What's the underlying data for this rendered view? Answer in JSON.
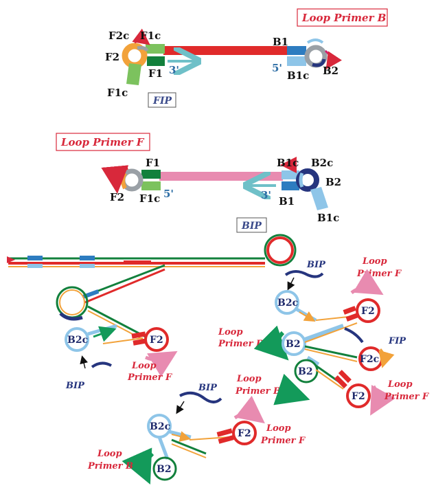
{
  "structure1": {
    "f2e": "F2c",
    "f1e_top": "F1c",
    "b1": "B1",
    "loop_primer_b": "Loop Primer B",
    "f2": "F2",
    "f1": "F1",
    "f1e_bottom": "F1c",
    "three_prime": "3'",
    "five_prime": "5'",
    "b1e": "B1c",
    "b2": "B2",
    "fip": "FIP"
  },
  "structure2": {
    "loop_primer_f": "Loop Primer F",
    "f1": "F1",
    "b1e_top": "B1c",
    "b2e": "B2c",
    "b2": "B2",
    "f2": "F2",
    "f1e": "F1c",
    "five_prime": "5'",
    "three_prime": "3'",
    "b1": "B1",
    "b1e_bottom": "B1c",
    "bip": "BIP"
  },
  "lower_left": {
    "b2e": "B2c",
    "f2": "F2",
    "loop_word": "Loop",
    "primer_f": "Primer F",
    "bip": "BIP"
  },
  "lower_right": {
    "bip": "BIP",
    "loop_word_f": "Loop",
    "primer_f": "Primer F",
    "b2e": "B2c",
    "f2_top": "F2",
    "loop_word_b": "Loop",
    "primer_b": "Primer B",
    "b2_a": "B2",
    "fip": "FIP",
    "f2e": "F2c",
    "b2_b": "B2",
    "loop_word_b2": "Loop",
    "primer_b2": "Primer B",
    "loop_word_f2": "Loop",
    "primer_f2": "Primer F",
    "f2_bottom": "F2"
  },
  "lower_bottom": {
    "bip": "BIP",
    "b2e": "B2c",
    "f2": "F2",
    "loop_word_f": "Loop",
    "primer_f": "Primer F",
    "loop_word_b": "Loop",
    "primer_b": "Primer B",
    "b2": "B2"
  },
  "colors": {
    "red": "#e02a2a",
    "pink": "#e88bb0",
    "dark_green": "#12803c",
    "light_green": "#7cc25e",
    "orange": "#f2a23a",
    "blue": "#2d7cc0",
    "light_blue": "#8ec5e8",
    "navy": "#26357e",
    "gray": "#9aa0a6",
    "teal_arrow": "#6fc0c8",
    "green_arrow": "#139a5a"
  }
}
